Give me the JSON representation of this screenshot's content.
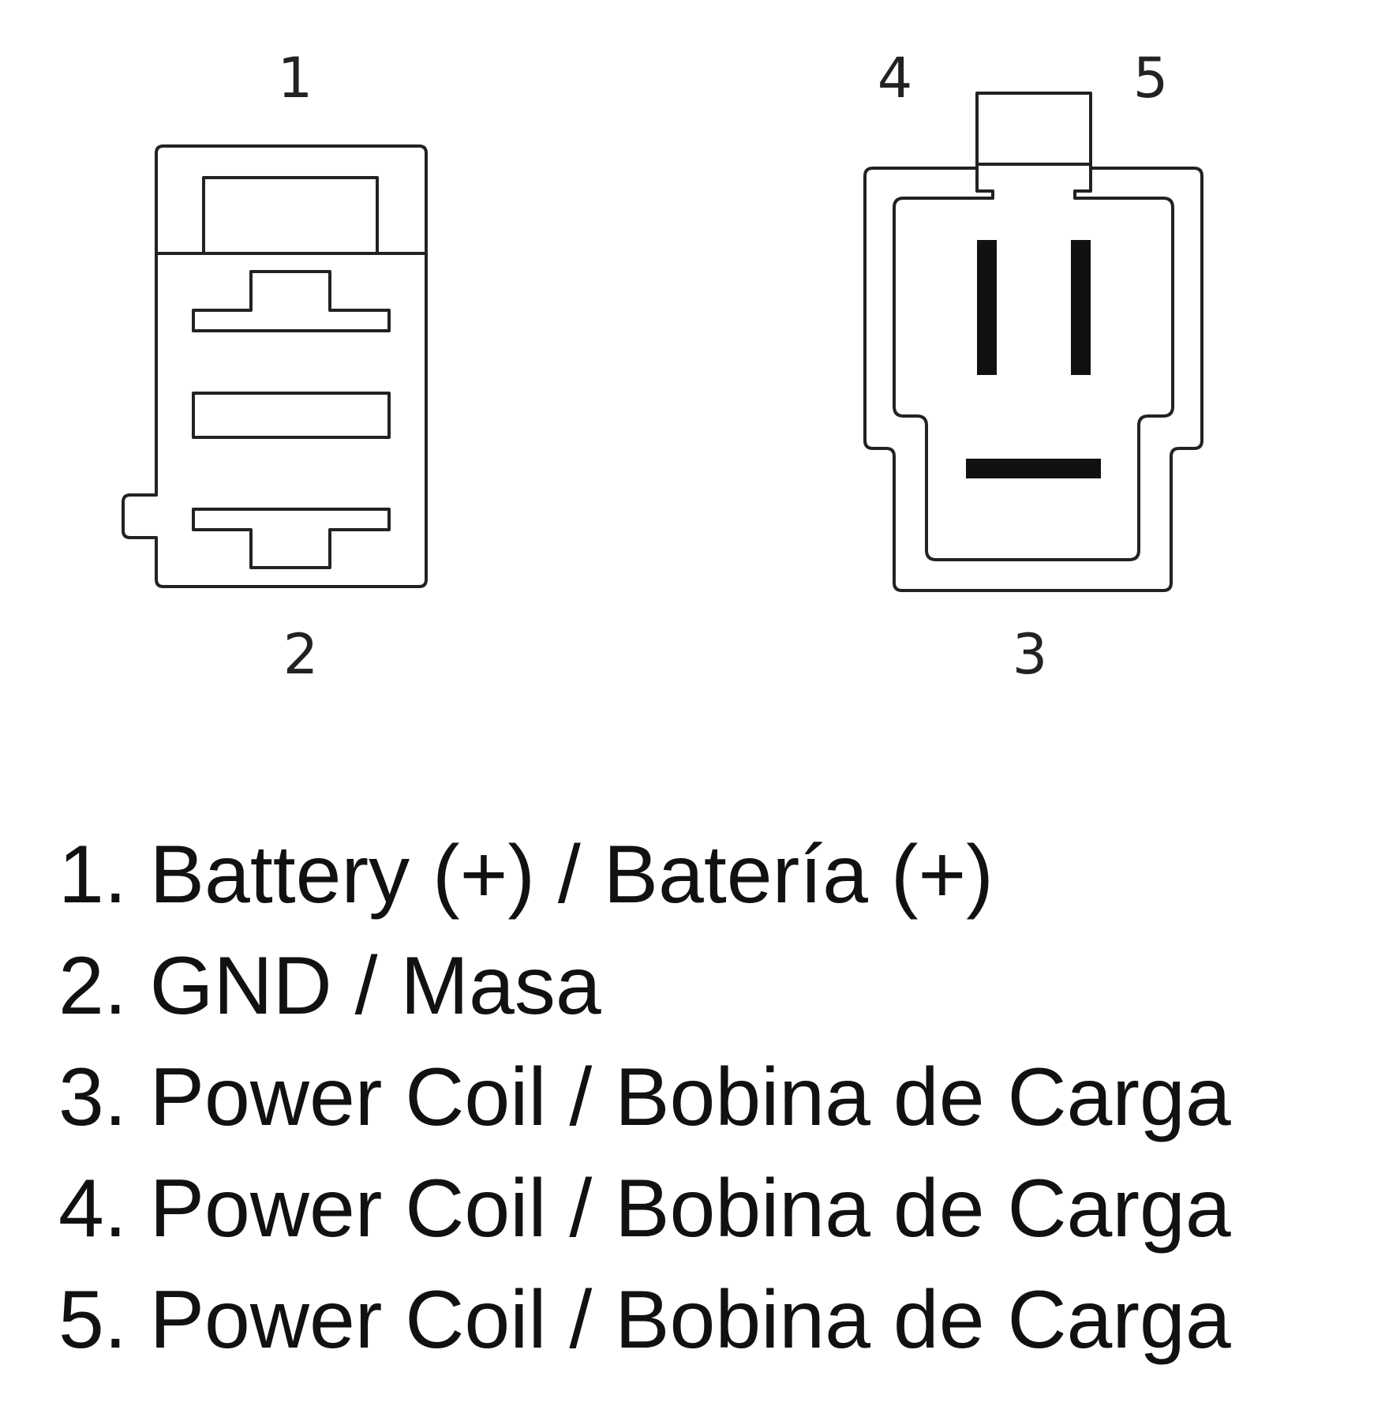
{
  "colors": {
    "line": "#222222",
    "terminal": "#111111",
    "background": "#ffffff"
  },
  "connector_left": {
    "pin_top": "1",
    "pin_bottom": "2"
  },
  "connector_right": {
    "pin_top_left": "4",
    "pin_top_right": "5",
    "pin_bottom": "3"
  },
  "legend": [
    "1. Battery (+) / Batería (+)",
    "2. GND / Masa",
    "3. Power Coil / Bobina de Carga",
    "4. Power Coil / Bobina de Carga",
    "5. Power Coil / Bobina de Carga"
  ]
}
